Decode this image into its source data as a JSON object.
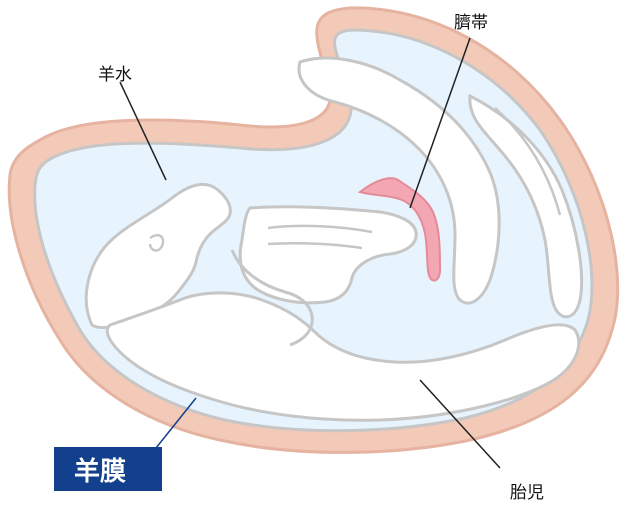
{
  "labels": {
    "amniotic_fluid": "羊水",
    "umbilical_cord": "臍帯",
    "fetus": "胎児",
    "amnion": "羊膜"
  },
  "colors": {
    "membrane_outer": "#f3c9b8",
    "membrane_stroke": "#e6b3a0",
    "fluid": "#e8f4fd",
    "outline": "#c6c6c6",
    "fetus_fill": "#ffffff",
    "cord": "#f2a7b3",
    "cord_stroke": "#e58a99",
    "label_box": "#12408c",
    "leader_line": "#222222",
    "leader_line_amnion": "#12408c"
  }
}
